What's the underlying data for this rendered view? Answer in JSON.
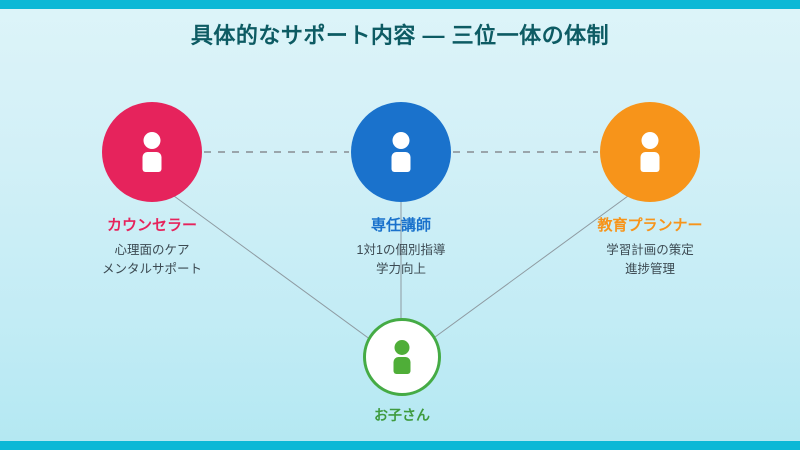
{
  "slide": {
    "title": "具体的なサポート内容 ― 三位一体の体制",
    "background_top_color": "#ddf4f9",
    "background_bottom_color": "#b3e8f2",
    "accent_bar_color": "#0cb8d6",
    "title_color": "#0d5b63"
  },
  "nodes": {
    "counselor": {
      "label": "カウンセラー",
      "desc_line1": "心理面のケア",
      "desc_line2": "メンタルサポート",
      "color": "#e6235c",
      "icon": "person-icon"
    },
    "teacher": {
      "label": "専任講師",
      "desc_line1": "1対1の個別指導",
      "desc_line2": "学力向上",
      "color": "#1a72cc",
      "icon": "person-icon"
    },
    "planner": {
      "label": "教育プランナー",
      "desc_line1": "学習計画の策定",
      "desc_line2": "進捗管理",
      "color": "#f7941a",
      "icon": "person-icon"
    },
    "child": {
      "label": "お子さん",
      "color": "#45ab45",
      "icon": "person-icon"
    }
  },
  "connectors": {
    "dashed_color": "#9aa5ab",
    "solid_color": "#9aa5ab"
  }
}
